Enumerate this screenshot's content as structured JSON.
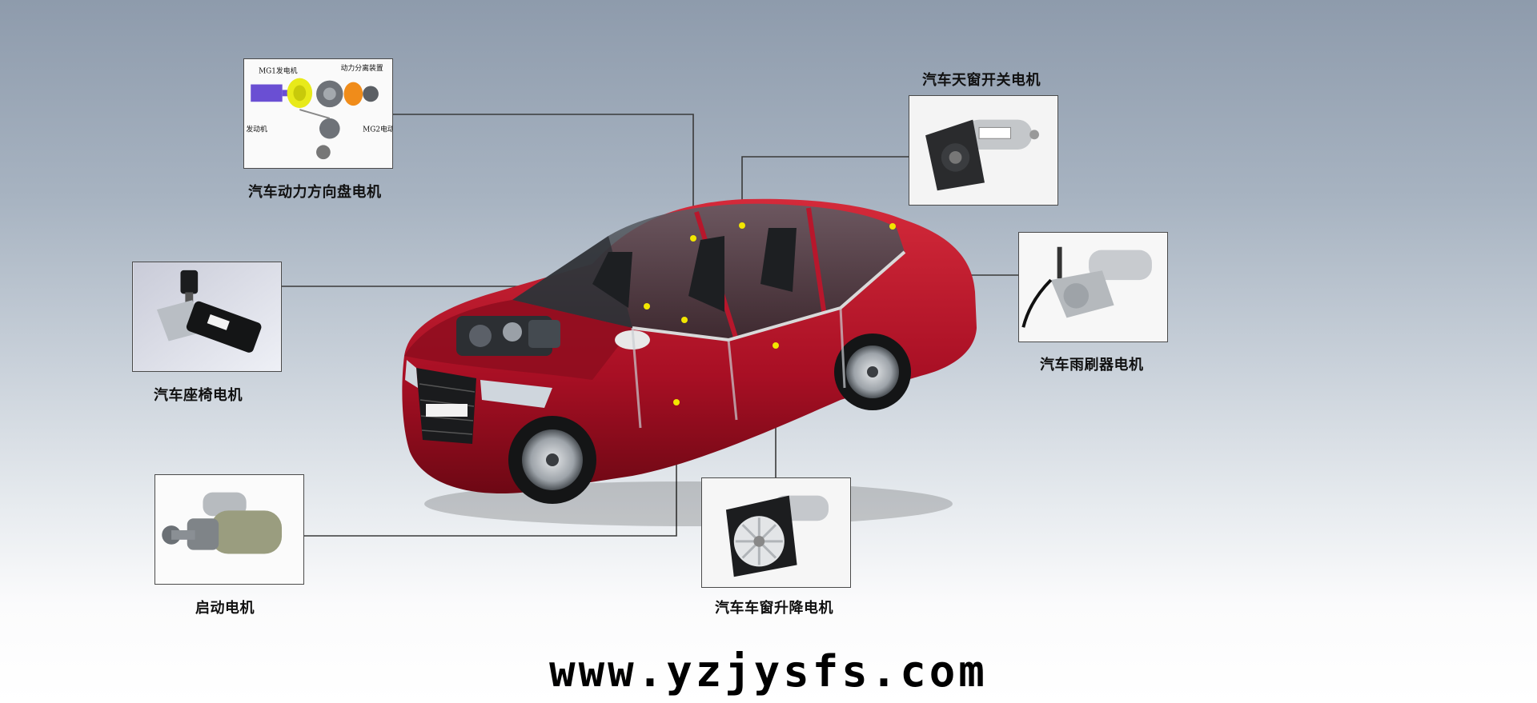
{
  "motors": [
    {
      "id": "steering",
      "label": "汽车动力方向盘电机",
      "diagram_labels": {
        "mg1": "MG1发电机",
        "split": "动力分离装置",
        "engine": "发动机",
        "mg2": "MG2电动"
      }
    },
    {
      "id": "sunroof",
      "label": "汽车天窗开关电机"
    },
    {
      "id": "seat",
      "label": "汽车座椅电机"
    },
    {
      "id": "wiper",
      "label": "汽车雨刷器电机"
    },
    {
      "id": "starter",
      "label": "启动电机"
    },
    {
      "id": "window",
      "label": "汽车车窗升降电机"
    }
  ],
  "website": "www.yzjysfs.com",
  "colors": {
    "car_body": "#b3122a",
    "leader_line": "#3a3a3a",
    "marker_dot": "#f2e600"
  }
}
